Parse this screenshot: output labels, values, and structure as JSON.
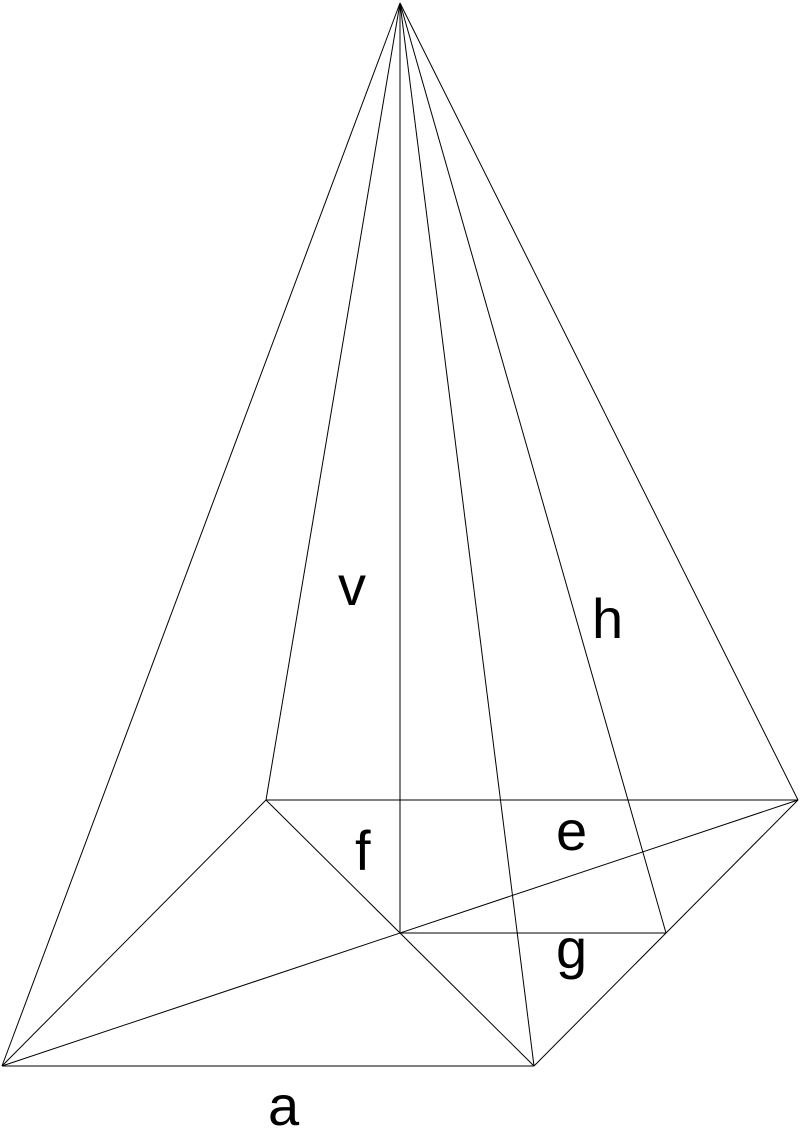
{
  "labels": {
    "v": "v",
    "h": "h",
    "f": "f",
    "e": "e",
    "g": "g",
    "a": "a"
  },
  "colors": {
    "line": "#000000",
    "background": "#ffffff"
  }
}
